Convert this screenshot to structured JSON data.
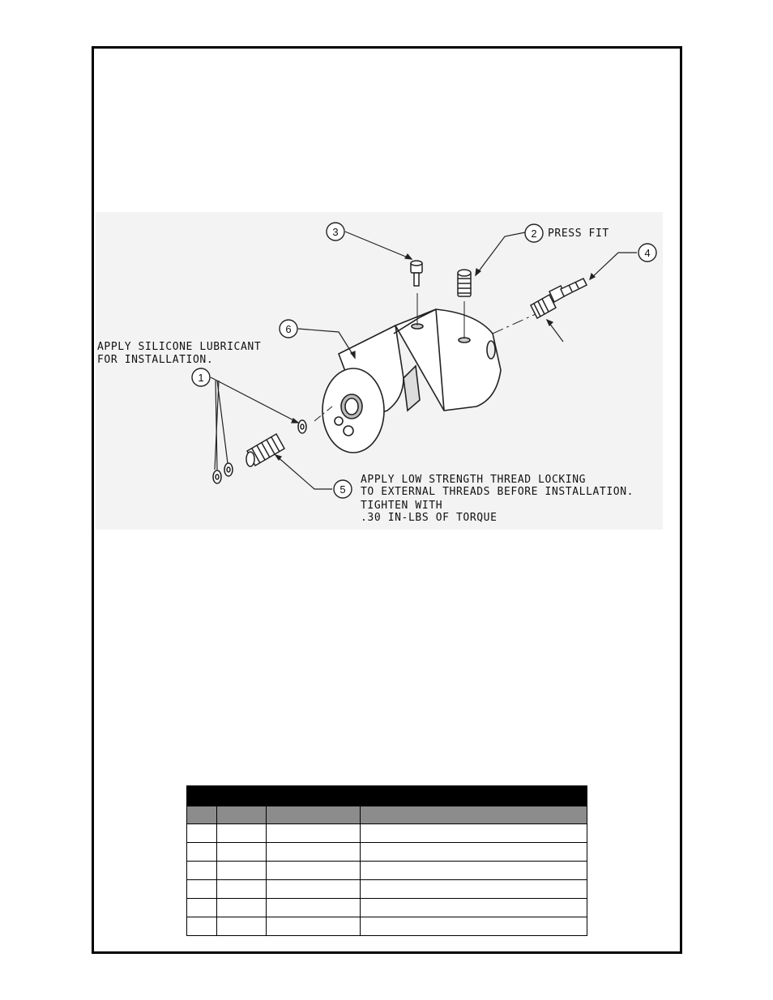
{
  "callouts": {
    "c1": "1",
    "c2": "2",
    "c3": "3",
    "c4": "4",
    "c5": "5",
    "c6": "6"
  },
  "notes": {
    "press_fit": "PRESS FIT",
    "silicone_line1": "APPLY SILICONE LUBRICANT",
    "silicone_line2": "FOR INSTALLATION.",
    "thread_line1": "APPLY LOW STRENGTH THREAD LOCKING",
    "thread_line2": "TO EXTERNAL THREADS BEFORE INSTALLATION.",
    "torque_line1": "TIGHTEN WITH",
    "torque_line2": ".30 IN-LBS OF TORQUE"
  },
  "parts_table": {
    "title": "",
    "columns": [
      "",
      "",
      "",
      ""
    ],
    "rows": [
      [
        "",
        "",
        "",
        ""
      ],
      [
        "",
        "",
        "",
        ""
      ],
      [
        "",
        "",
        "",
        ""
      ],
      [
        "",
        "",
        "",
        ""
      ],
      [
        "",
        "",
        "",
        ""
      ],
      [
        "",
        "",
        "",
        ""
      ]
    ]
  }
}
